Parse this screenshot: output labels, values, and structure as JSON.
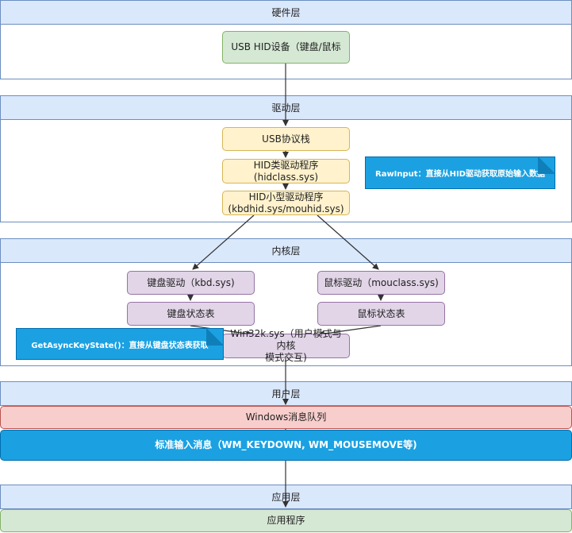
{
  "layers": {
    "hardware": "硬件层",
    "driver": "驱动层",
    "kernel": "内核层",
    "user": "用户层",
    "app": "应用层"
  },
  "nodes": {
    "usb_hid_device": "USB HID设备（键盘/鼠标",
    "usb_stack": "USB协议栈",
    "hid_class_driver_line1": "HID类驱动程序",
    "hid_class_driver_line2": "(hidclass.sys)",
    "hid_mini_driver_line1": "HID小型驱动程序",
    "hid_mini_driver_line2": "(kbdhid.sys/mouhid.sys)",
    "keyboard_driver": "键盘驱动（kbd.sys)",
    "mouse_driver": "鼠标驱动（mouclass.sys)",
    "keyboard_state_table": "键盘状态表",
    "mouse_state_table": "鼠标状态表",
    "win32k_line1": "Win32k.sys（用户模式与内核",
    "win32k_line2": "模式交互)",
    "windows_message_queue": "Windows消息队列",
    "standard_input_messages": "标准输入消息（WM_KEYDOWN, WM_MOUSEMOVE等)",
    "application": "应用程序"
  },
  "notes": {
    "rawinput": "RawInput：直接从HID驱动获取原始输入数据",
    "getasynckeystate": "GetAsyncKeyState()：直接从键盘状态表获取"
  },
  "colors": {
    "layer_header_fill": "#dae8fc",
    "layer_border": "#6c8ebf",
    "green_fill": "#d5e8d4",
    "yellow_fill": "#fff2cc",
    "purple_fill": "#e1d5e7",
    "red_fill": "#f8cecc",
    "blue_fill": "#1ba1e2"
  }
}
